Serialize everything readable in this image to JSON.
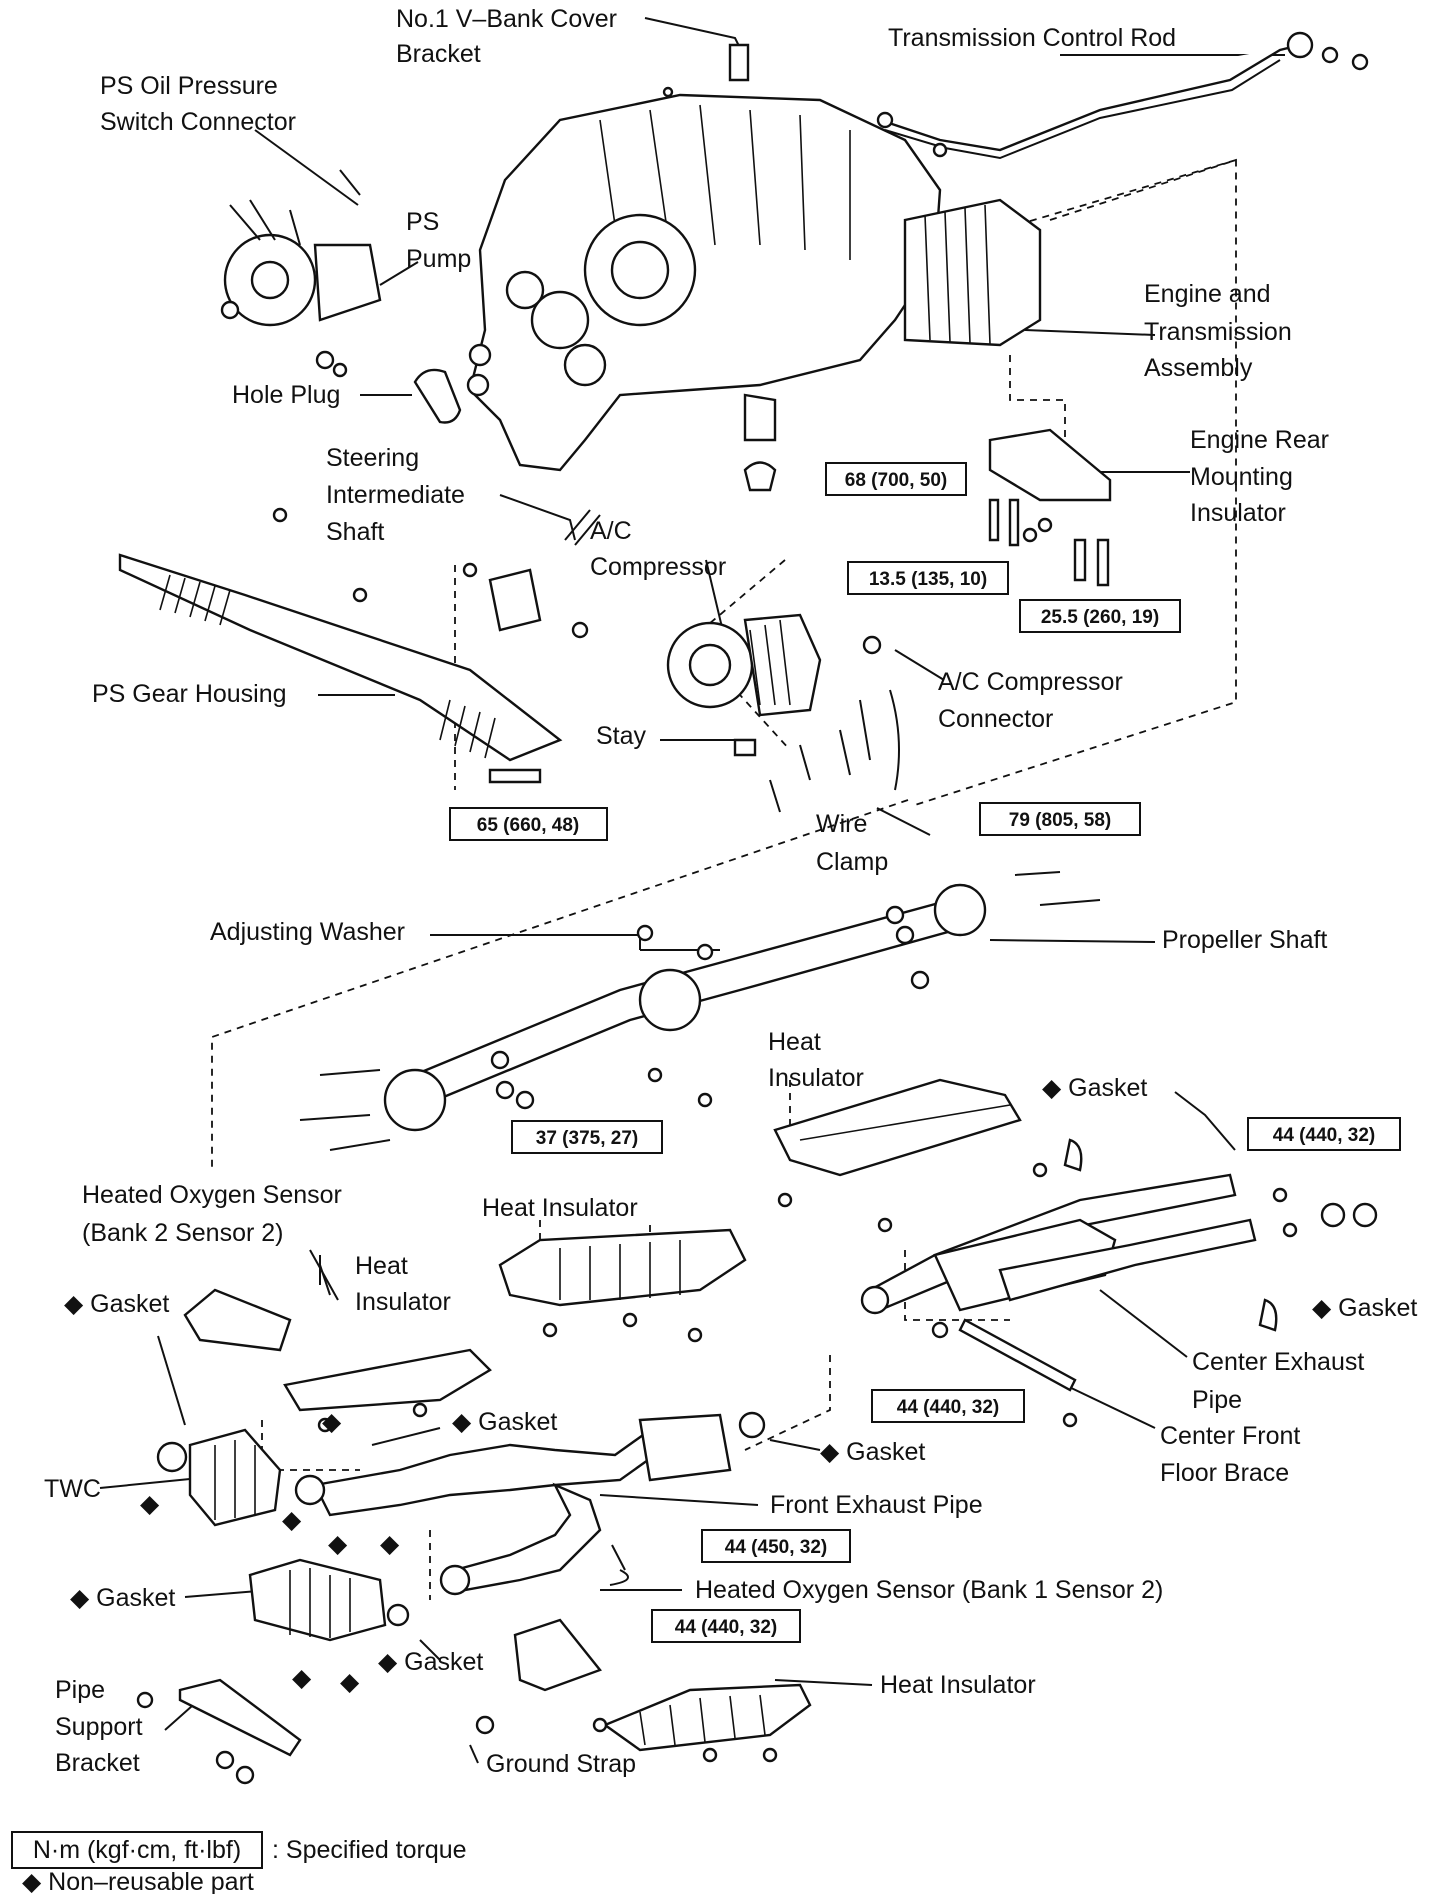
{
  "labels": {
    "v_bank_cover_bracket": [
      "No.1 V–Bank Cover",
      "Bracket"
    ],
    "transmission_control_rod": [
      "Transmission Control Rod"
    ],
    "ps_oil_pressure_switch_connector": [
      "PS Oil Pressure",
      "Switch Connector"
    ],
    "ps_pump": [
      "PS",
      "Pump"
    ],
    "engine_transmission_assembly": [
      "Engine and",
      "Transmission",
      "Assembly"
    ],
    "hole_plug": [
      "Hole Plug"
    ],
    "engine_rear_mounting_insulator": [
      "Engine Rear",
      "Mounting",
      "Insulator"
    ],
    "steering_intermediate_shaft": [
      "Steering",
      "Intermediate",
      "Shaft"
    ],
    "ac_compressor": [
      "A/C",
      "Compressor"
    ],
    "ps_gear_housing": [
      "PS Gear Housing"
    ],
    "ac_compressor_connector": [
      "A/C Compressor",
      "Connector"
    ],
    "stay": [
      "Stay"
    ],
    "wire_clamp": [
      "Wire",
      "Clamp"
    ],
    "adjusting_washer": [
      "Adjusting Washer"
    ],
    "propeller_shaft": [
      "Propeller Shaft"
    ],
    "heat_insulator_upper": [
      "Heat",
      "Insulator"
    ],
    "gasket_right_upper": [
      "◆ Gasket"
    ],
    "ho2_sensor_bank2": [
      "Heated Oxygen Sensor",
      "(Bank 2 Sensor 2)"
    ],
    "heat_insulator_middle": [
      "Heat Insulator"
    ],
    "heat_insulator_left": [
      "Heat",
      "Insulator"
    ],
    "gasket_left_upper": [
      "◆ Gasket"
    ],
    "gasket_right": [
      "◆ Gasket"
    ],
    "center_exhaust_pipe": [
      "Center Exhaust",
      "Pipe"
    ],
    "gasket_center": [
      "◆ Gasket"
    ],
    "center_front_floor_brace": [
      "Center Front",
      "Floor Brace"
    ],
    "gasket_middle": [
      "◆ Gasket"
    ],
    "twc": [
      "TWC"
    ],
    "front_exhaust_pipe": [
      "Front Exhaust Pipe"
    ],
    "ho2_sensor_bank1": [
      "Heated Oxygen Sensor (Bank 1 Sensor 2)"
    ],
    "gasket_left_lower": [
      "◆ Gasket"
    ],
    "gasket_lower": [
      "◆ Gasket"
    ],
    "pipe_support_bracket": [
      "Pipe",
      "Support",
      "Bracket"
    ],
    "heat_insulator_lower": [
      "Heat Insulator"
    ],
    "ground_strap": [
      "Ground Strap"
    ]
  },
  "torque_specs": {
    "t_68": "68 (700, 50)",
    "t_13_5": "13.5 (135, 10)",
    "t_25_5": "25.5 (260, 19)",
    "t_65": "65 (660, 48)",
    "t_79": "79 (805, 58)",
    "t_37": "37 (375, 27)",
    "t_44_upper": "44 (440, 32)",
    "t_44_center": "44 (440, 32)",
    "t_44_450": "44 (450, 32)",
    "t_44_lower": "44 (440, 32)"
  },
  "legend": {
    "torque_box_text": "N·m (kgf·cm, ft·lbf)",
    "torque_desc": ": Specified torque",
    "nonreusable": "◆ Non–reusable part"
  },
  "nonreusable_marker": "◆"
}
